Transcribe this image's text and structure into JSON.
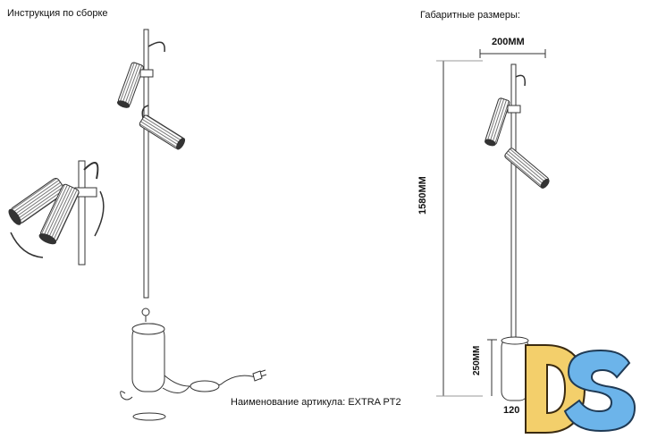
{
  "captions": {
    "assembly": "Инструкция по сборке",
    "dimensions": "Габаритные размеры:",
    "article": "Наименование артикула: EXTRA PT2"
  },
  "dimensions": {
    "width_top": "200MM",
    "height_total": "1580MM",
    "base_height": "250MM",
    "base_width": "120"
  },
  "logo": {
    "text": "DS",
    "colors": {
      "d": "#f3cf6b",
      "s": "#6cb4ea",
      "outline": "#3a2a10"
    }
  }
}
